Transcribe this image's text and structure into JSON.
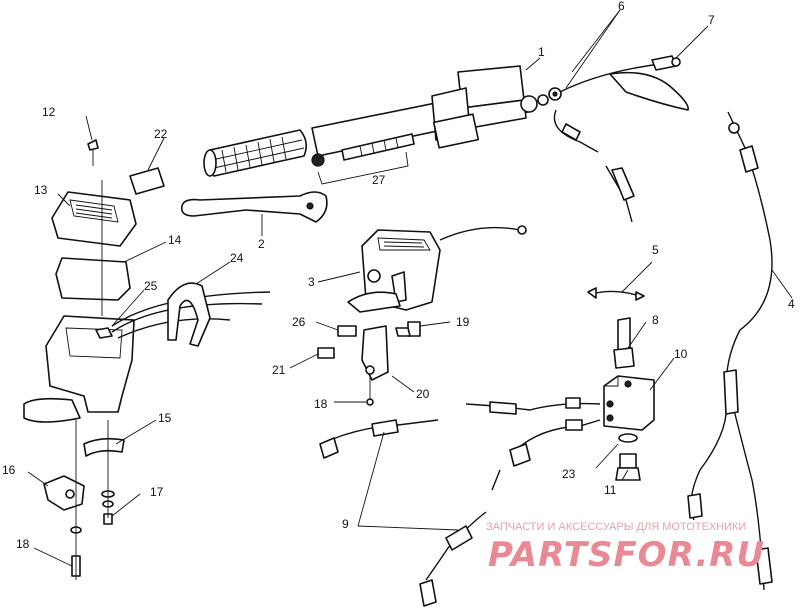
{
  "callouts": {
    "c1": "1",
    "c2": "2",
    "c3": "3",
    "c4": "4",
    "c5": "5",
    "c6": "6",
    "c7": "7",
    "c8": "8",
    "c9": "9",
    "c10": "10",
    "c11": "11",
    "c12": "12",
    "c13": "13",
    "c14": "14",
    "c15": "15",
    "c16": "16",
    "c17": "17",
    "c18a": "18",
    "c18b": "18",
    "c19": "19",
    "c20": "20",
    "c21": "21",
    "c22": "22",
    "c23": "23",
    "c24": "24",
    "c25": "25",
    "c26": "26",
    "c27": "27"
  },
  "watermark": {
    "tagline": "ЗАПЧАСТИ И АКСЕССУАРЫ ДЛЯ МОТОТЕХНИКИ",
    "logo": "PARTSFOR.RU"
  },
  "colors": {
    "line": "#111111",
    "watermark": "#e98996"
  }
}
